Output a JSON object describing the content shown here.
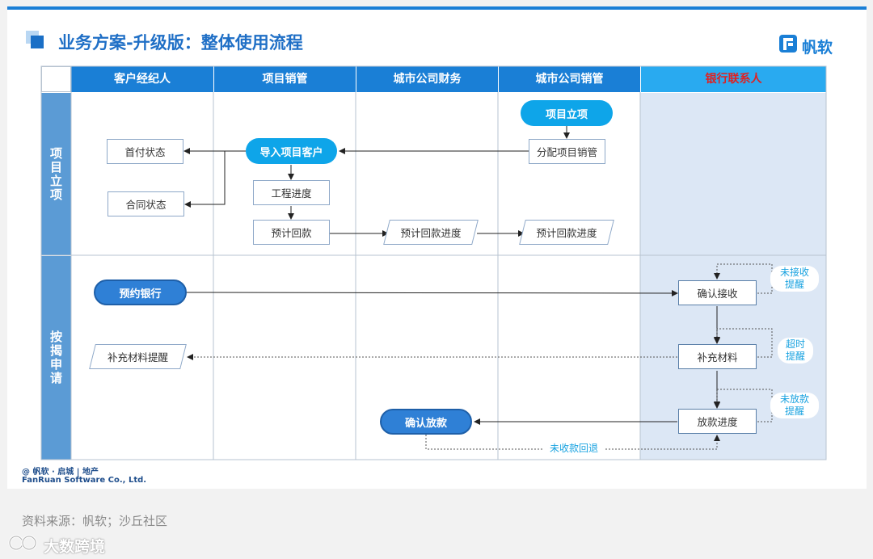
{
  "header": {
    "title": "业务方案-升级版：整体使用流程",
    "logo_text": "帆软"
  },
  "columns": [
    "客户经纪人",
    "项目销管",
    "城市公司财务",
    "城市公司销管",
    "银行联系人"
  ],
  "rows": [
    "项目立项",
    "按揭申请"
  ],
  "nodes": {
    "project_init": "项目立项",
    "assign_sales": "分配项目销管",
    "import_customer": "导入项目客户",
    "down_payment": "首付状态",
    "contract_status": "合同状态",
    "progress": "工程进度",
    "expected_payment_1": "预计回款",
    "expected_payment_2": "预计回款进度",
    "expected_payment_3": "预计回款进度",
    "book_bank": "预约银行",
    "confirm_receipt": "确认接收",
    "supplement_reminder": "补充材料提醒",
    "supplement": "补充材料",
    "confirm_loan": "确认放款",
    "loan_progress": "放款进度"
  },
  "notes": {
    "not_received": "未接收\n提醒",
    "timeout": "超时\n提醒",
    "not_loaned": "未放款\n提醒",
    "unreceived_return": "未收款回退"
  },
  "footer": {
    "copyright_line1": "@ 帆软 · 启城 | 地产",
    "copyright_line2": "FanRuan Software Co., Ltd.",
    "source": "资料来源：帆软；沙丘社区",
    "watermark": "大数跨境"
  },
  "colors": {
    "header_blue": "#1a7fd6",
    "bank_header": "#29aaf0",
    "bank_header_text": "#e02020",
    "row_header": "#5b9bd5",
    "bank_lane_bg": "#dce7f5",
    "pill": "#0ea5e9"
  }
}
